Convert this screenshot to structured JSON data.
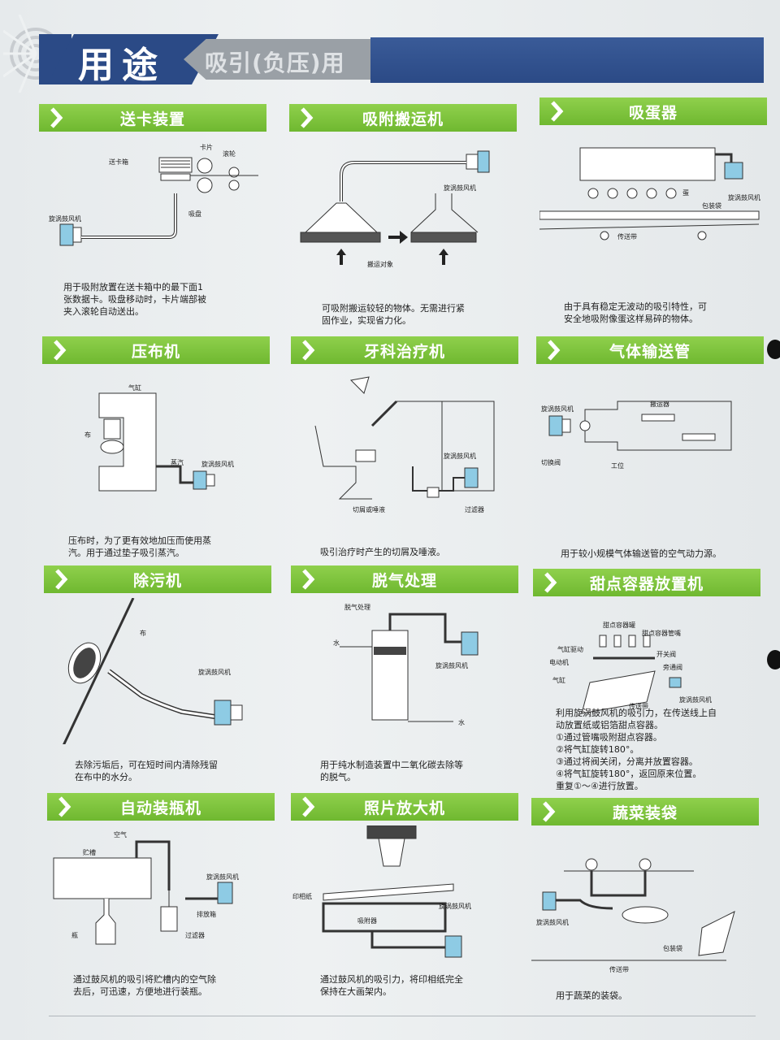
{
  "header": {
    "title": "用途",
    "subtitle": "吸引(负压)用"
  },
  "colors": {
    "accent_green": "#7ac13a",
    "header_blue": "#2b4a86",
    "header_gray": "#9aa0a6",
    "device_blue": "#8ecbe4"
  },
  "sections": [
    {
      "title": "送卡装置",
      "labels": [
        "卡片",
        "送卡箱",
        "滚轮",
        "吸盘",
        "旋涡鼓风机"
      ],
      "desc": [
        "用于吸附放置在送卡箱中的最下面1",
        "张数据卡。吸盘移动时，卡片端部被",
        "夹入滚轮自动送出。"
      ]
    },
    {
      "title": "吸附搬运机",
      "labels": [
        "旋涡鼓风机",
        "搬运对象"
      ],
      "desc": [
        "可吸附搬运较轻的物体。无需进行紧",
        "固作业，实现省力化。"
      ]
    },
    {
      "title": "吸蛋器",
      "labels": [
        "蛋",
        "包装袋",
        "旋涡鼓风机",
        "传送带"
      ],
      "desc": [
        "由于具有稳定无波动的吸引特性，可",
        "安全地吸附像蛋这样易碎的物体。"
      ]
    },
    {
      "title": "压布机",
      "labels": [
        "气缸",
        "布",
        "蒸汽",
        "旋涡鼓风机"
      ],
      "desc": [
        "压布时，为了更有效地加压而使用蒸",
        "汽。用于通过垫子吸引蒸汽。"
      ]
    },
    {
      "title": "牙科治疗机",
      "labels": [
        "旋涡鼓风机",
        "切屑或唾液",
        "过滤器"
      ],
      "desc": [
        "吸引治疗时产生的切屑及唾液。"
      ]
    },
    {
      "title": "气体输送管",
      "labels": [
        "旋涡鼓风机",
        "搬运器",
        "切换阀",
        "工位"
      ],
      "desc": [
        "用于较小规模气体输送管的空气动力源。"
      ]
    },
    {
      "title": "除污机",
      "labels": [
        "布",
        "旋涡鼓风机"
      ],
      "desc": [
        "去除污垢后，可在短时间内清除残留",
        "在布中的水分。"
      ]
    },
    {
      "title": "脱气处理",
      "labels": [
        "脱气处理",
        "水",
        "旋涡鼓风机",
        "水"
      ],
      "desc": [
        "用于纯水制造装置中二氧化碳去除等",
        "的脱气。"
      ]
    },
    {
      "title": "甜点容器放置机",
      "labels": [
        "甜点容器罐",
        "甜点容器管嘴",
        "气缸驱动",
        "电动机",
        "开关阀",
        "旁通阀",
        "气缸",
        "传送带",
        "旋涡鼓风机"
      ],
      "desc": [
        "利用旋涡鼓风机的吸引力，在传送线上自",
        "动放置纸或铝箔甜点容器。",
        "①通过管嘴吸附甜点容器。",
        "②将气缸旋转180°。",
        "③通过将阀关闭，分离并放置容器。",
        "④将气缸旋转180°，返回原来位置。",
        "重复①～④进行放置。"
      ]
    },
    {
      "title": "自动装瓶机",
      "labels": [
        "空气",
        "贮槽",
        "旋涡鼓风机",
        "排放箱",
        "瓶",
        "过滤器"
      ],
      "desc": [
        "通过鼓风机的吸引将贮槽内的空气除",
        "去后，可迅速，方便地进行装瓶。"
      ]
    },
    {
      "title": "照片放大机",
      "labels": [
        "印相纸",
        "旋涡鼓风机",
        "吸附器"
      ],
      "desc": [
        "通过鼓风机的吸引力，将印相纸完全",
        "保持在大画架内。"
      ]
    },
    {
      "title": "蔬菜装袋",
      "labels": [
        "旋涡鼓风机",
        "包装袋",
        "传送带"
      ],
      "desc": [
        "用于蔬菜的装袋。"
      ]
    }
  ]
}
